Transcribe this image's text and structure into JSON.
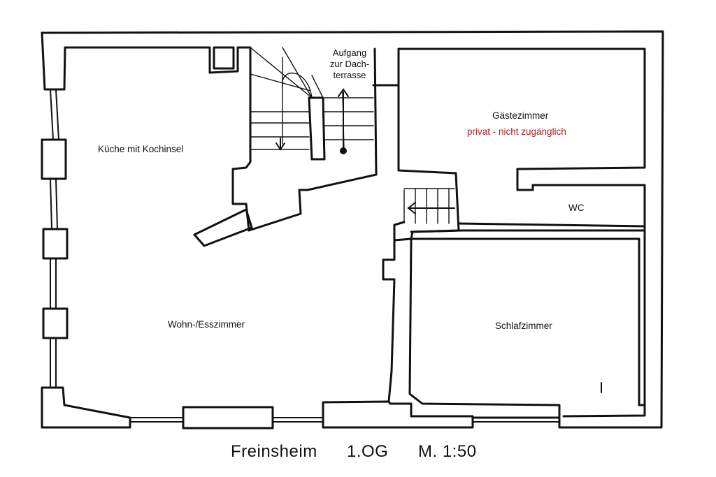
{
  "rooms": {
    "kitchen": "Küche mit Kochinsel",
    "living": "Wohn-/Esszimmer",
    "guest": "Gästezimmer",
    "guest_note": "privat - nicht zugänglich",
    "wc": "WC",
    "bedroom": "Schlafzimmer"
  },
  "stairs": {
    "line1": "Aufgang",
    "line2": "zur Dach-",
    "line3": "terrasse"
  },
  "caption": {
    "place": "Freinsheim",
    "floor": "1.OG",
    "scale": "M. 1:50"
  },
  "colors": {
    "lines": "#111111",
    "note": "#b22222"
  }
}
